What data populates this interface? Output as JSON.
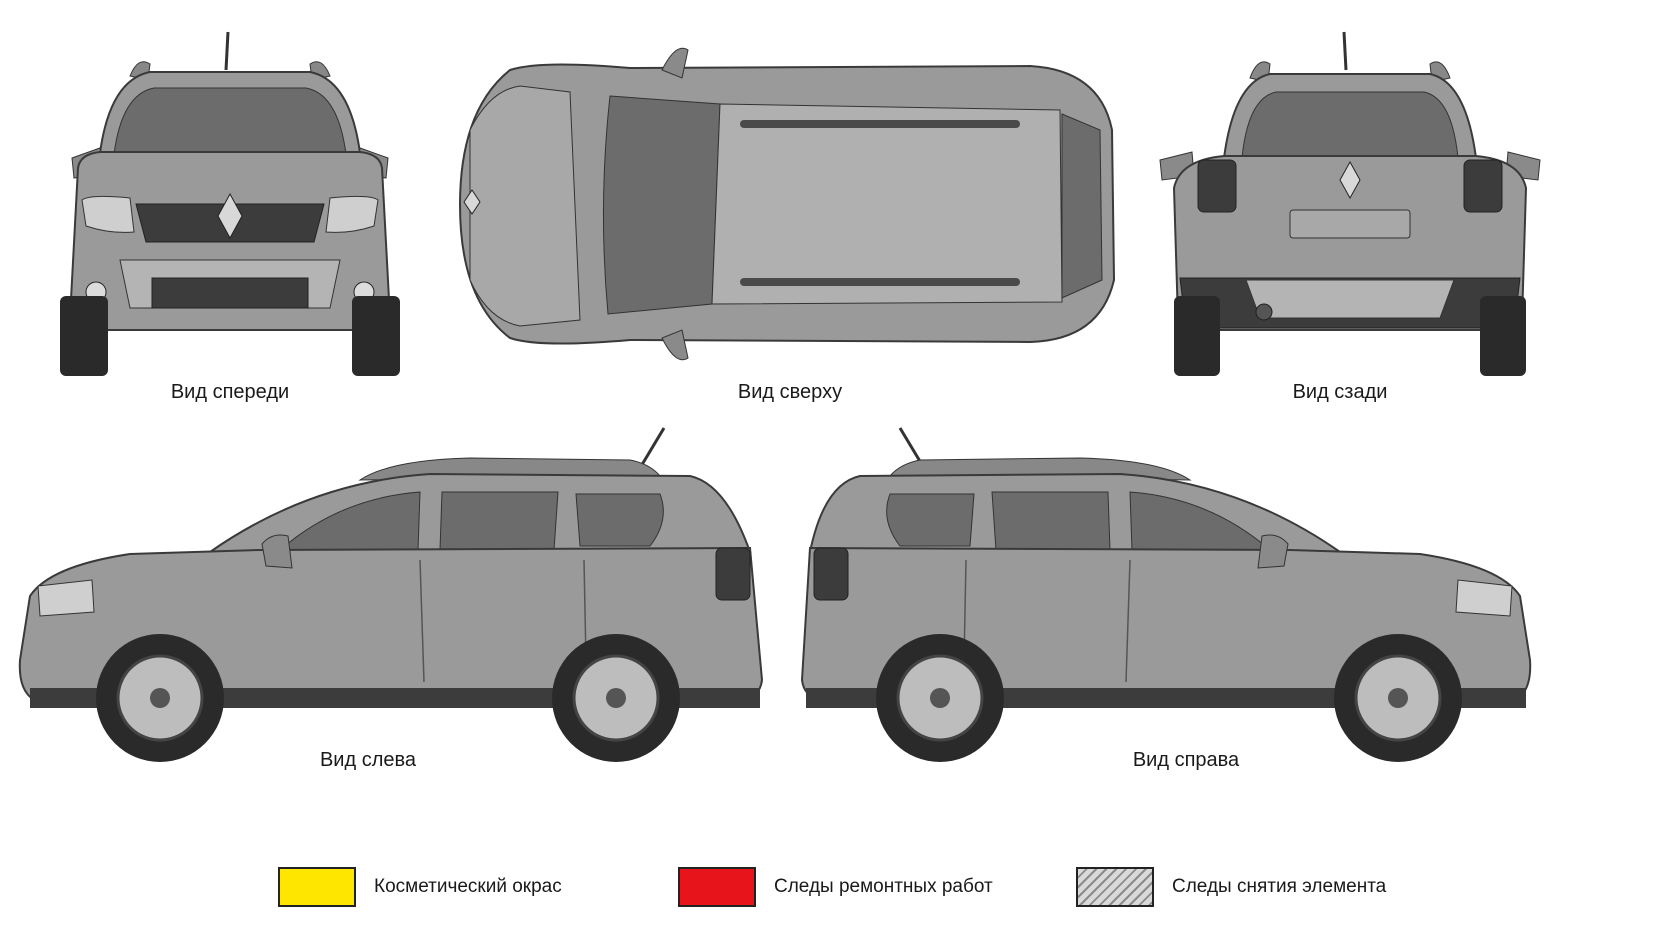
{
  "views": {
    "front": {
      "label": "Вид спереди"
    },
    "top": {
      "label": "Вид сверху"
    },
    "rear": {
      "label": "Вид сзади"
    },
    "left": {
      "label": "Вид слева"
    },
    "right": {
      "label": "Вид справа"
    }
  },
  "legend": [
    {
      "label": "Косметический окрас",
      "color": "#ffe600",
      "pattern": "solid"
    },
    {
      "label": "Следы ремонтных работ",
      "color": "#e8141c",
      "pattern": "solid"
    },
    {
      "label": "Следы снятия элемента",
      "color": "#d9d9d9",
      "pattern": "hatched"
    }
  ],
  "colors": {
    "body": "#9a9a9a",
    "body_light": "#b4b4b4",
    "glass": "#6c6c6c",
    "plastic": "#3c3c3c",
    "tire": "#2a2a2a",
    "outline": "#3a3a3a"
  }
}
